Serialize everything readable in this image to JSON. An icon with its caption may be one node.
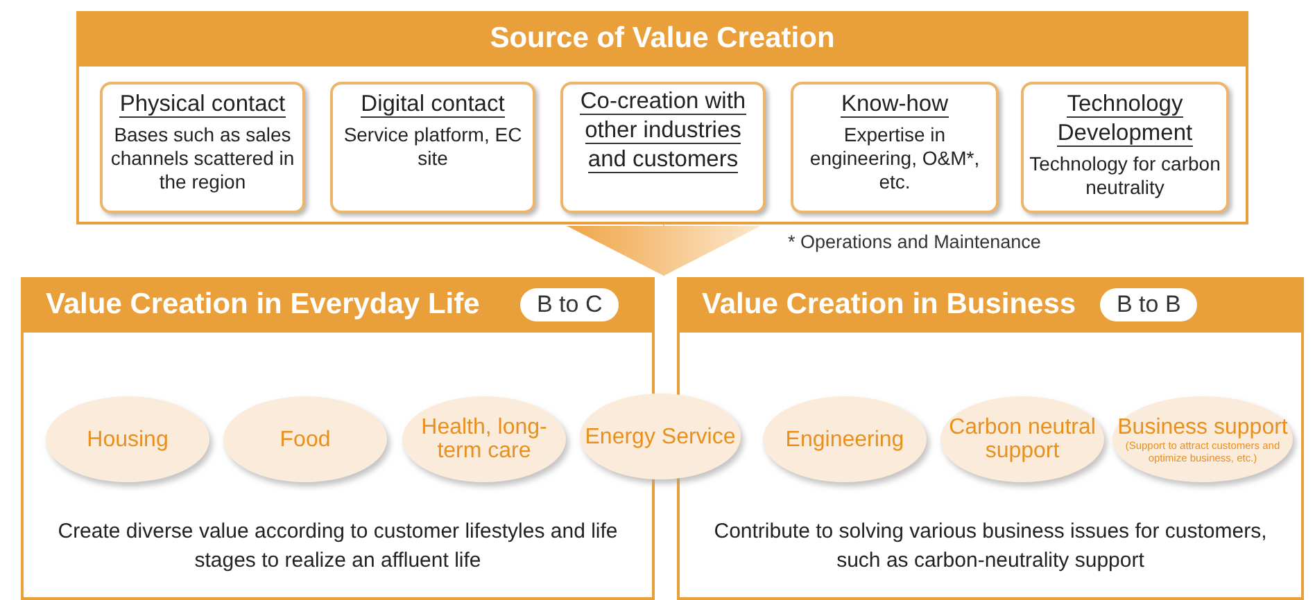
{
  "diagram": {
    "nodes": [
      {
        "text": [
          "Source of Value Creation"
        ]
      },
      {
        "text": [
          "Physical contact",
          "Bases such as sales channels scattered in the region"
        ],
        "in": 0
      },
      {
        "text": [
          "Digital contact",
          "Service platform, EC site"
        ],
        "in": 0
      },
      {
        "text": [
          "Co-creation with other industries and customers"
        ],
        "in": 0
      },
      {
        "text": [
          "Know-how",
          "Expertise in engineering, O&M*, etc."
        ],
        "in": 0
      },
      {
        "text": [
          "Technology Development",
          "Technology for carbon neutrality"
        ],
        "in": 0
      },
      {
        "text": [
          "Value Creation in Everyday Life",
          "B to C",
          "Create diverse value according to customer lifestyles and life stages to realize an affluent life"
        ]
      },
      {
        "text": [
          "Value Creation in Business",
          "B to B",
          "Contribute to solving various business issues for customers, such as carbon-neutrality support"
        ]
      },
      {
        "text": [
          "Housing"
        ],
        "in": 6
      },
      {
        "text": [
          "Food"
        ],
        "in": 6
      },
      {
        "text": [
          "Health, long-term care"
        ],
        "in": 6
      },
      {
        "text": [
          "Energy Service"
        ]
      },
      {
        "text": [
          "Engineering"
        ],
        "in": 7
      },
      {
        "text": [
          "Carbon neutral support"
        ],
        "in": 7
      },
      {
        "text": [
          "Business support",
          "(Support to attract customers and optimize business, etc.)"
        ],
        "in": 7
      }
    ],
    "edges": [
      {
        "from": 0,
        "to": 6,
        "arrow": "to"
      },
      {
        "from": 0,
        "to": 7,
        "arrow": "to"
      }
    ],
    "labels": [
      "* Operations and Maintenance"
    ]
  }
}
